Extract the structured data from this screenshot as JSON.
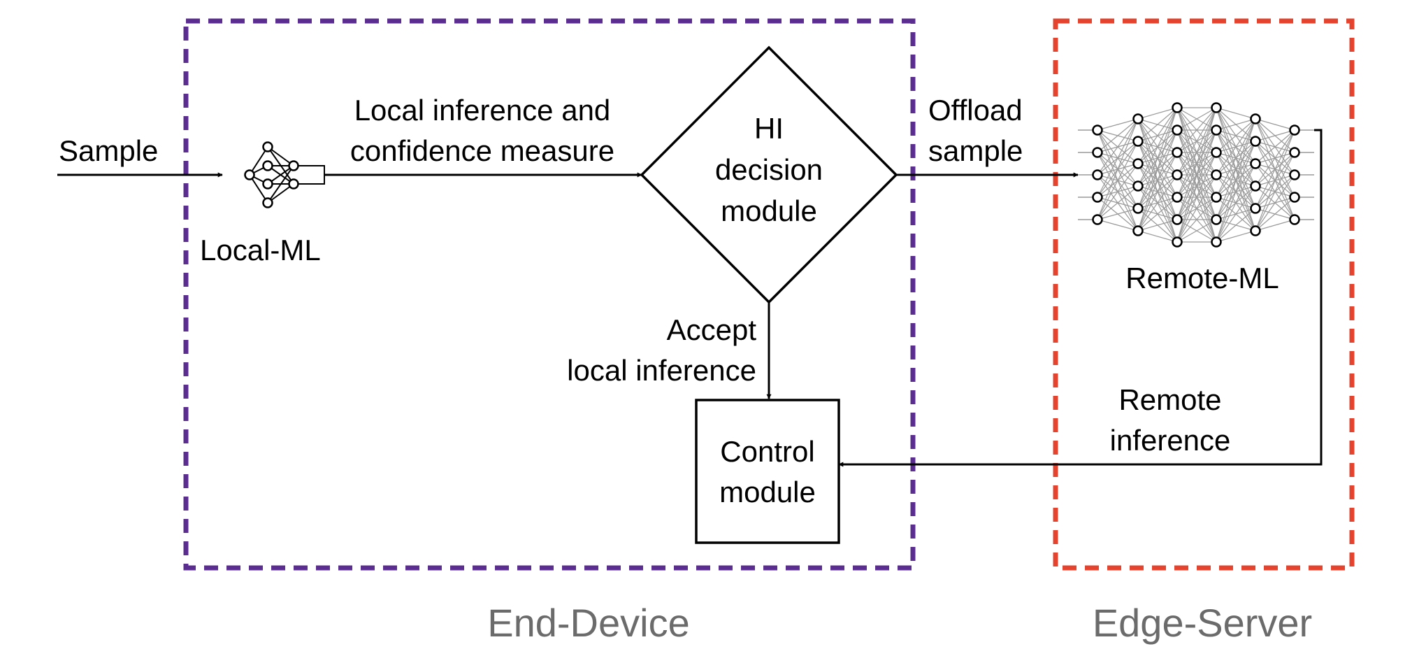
{
  "regions": {
    "end_device": {
      "label": "End-Device",
      "border_color": "#5b2d91"
    },
    "edge_server": {
      "label": "Edge-Server",
      "border_color": "#e5432d"
    }
  },
  "labels": {
    "sample": "Sample",
    "local_ml": "Local-ML",
    "remote_ml": "Remote-ML",
    "local_inference_line1": "Local inference and",
    "local_inference_line2": "confidence measure",
    "offload_line1": "Offload",
    "offload_line2": "sample",
    "accept_line1": "Accept",
    "accept_line2": "local inference",
    "remote_inference_line1": "Remote",
    "remote_inference_line2": "inference"
  },
  "nodes": {
    "hi_decision": {
      "line1": "HI",
      "line2": "decision",
      "line3": "module"
    },
    "control": {
      "line1": "Control",
      "line2": "module"
    }
  },
  "icons": {
    "local_ml": "small-neural-network-icon",
    "remote_ml": "large-neural-network-icon"
  },
  "colors": {
    "line": "#000000",
    "network_edge": "#9a9a9a",
    "region_label": "#6b6b6b"
  }
}
